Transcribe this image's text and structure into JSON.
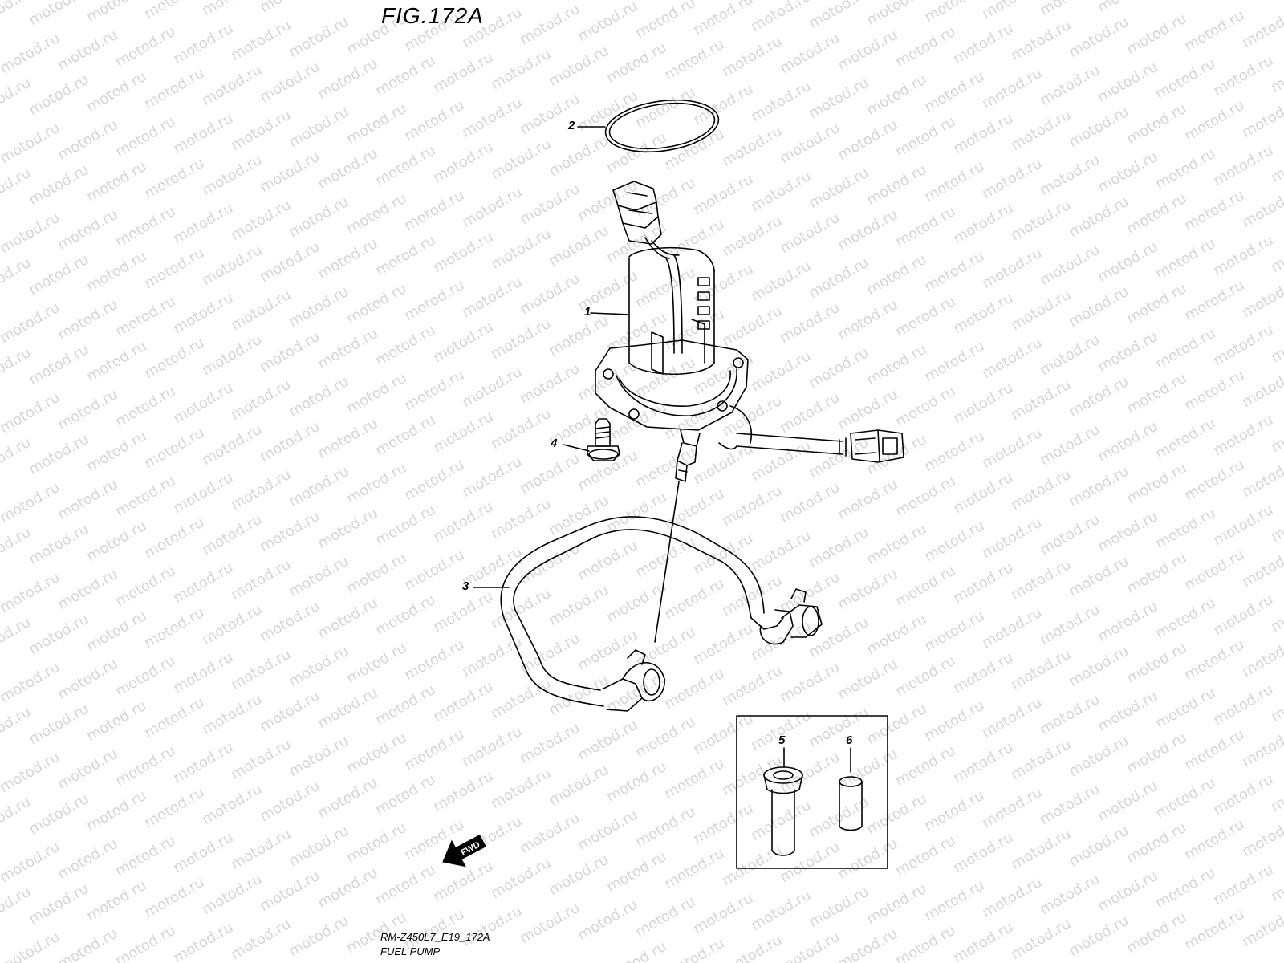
{
  "figure": {
    "title": "FIG.172A"
  },
  "callouts": {
    "c1": "1",
    "c2": "2",
    "c3": "3",
    "c4": "4",
    "c5": "5",
    "c6": "6"
  },
  "fwd_arrow": {
    "label": "FWD"
  },
  "footer": {
    "code": "RM-Z450L7_E19_172A",
    "name": "FUEL PUMP"
  },
  "watermark": {
    "text": "motod.ru"
  }
}
